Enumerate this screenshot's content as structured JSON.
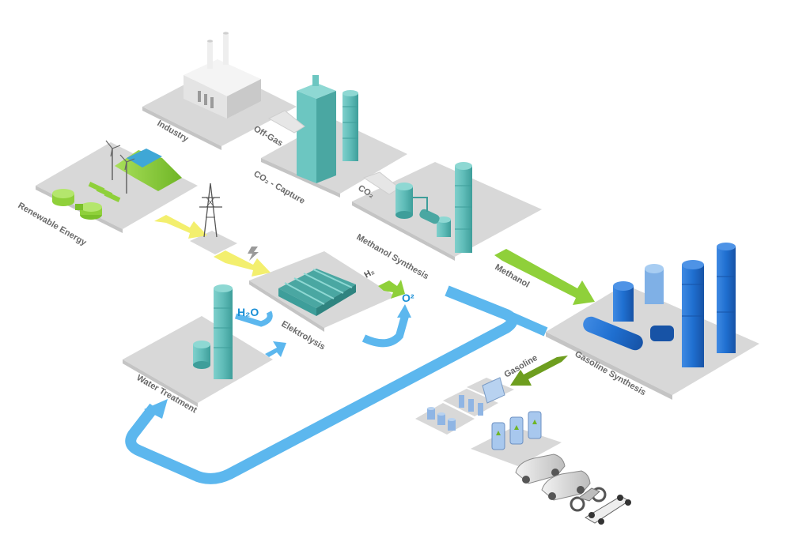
{
  "stations": {
    "industry": "Industry",
    "off_gas": "Off-Gas",
    "co2_capture": "CO₂ - Capture",
    "co2": "CO₂",
    "renewable": "Renewable Energy",
    "methanol_synthesis": "Methanol Synthesis",
    "methanol": "Methanol",
    "elektrolysis": "Elektrolysis",
    "water_treatment": "Water Treatment",
    "gasoline_synthesis": "Gasoline Synthesis",
    "gasoline": "Gasoline"
  },
  "chemicals": {
    "h2o": "H₂O",
    "h2": "H₂",
    "o2": "O²"
  },
  "colors": {
    "platform": "#d8d8d8",
    "platform_edge": "#c4c4c4",
    "teal": "#5fbcb8",
    "teal_dark": "#3e9e9a",
    "blue": "#1f6fd0",
    "blue_light": "#7fb0e6",
    "green": "#8fd03a",
    "yellow": "#f3ef6e",
    "water": "#5cb7ee"
  },
  "icons": [
    "factory-icon",
    "power-pylon-icon",
    "lightning-icon",
    "wind-turbine-icon",
    "car-icon",
    "motorcycle-icon",
    "race-car-icon",
    "fuel-pump-icon"
  ]
}
